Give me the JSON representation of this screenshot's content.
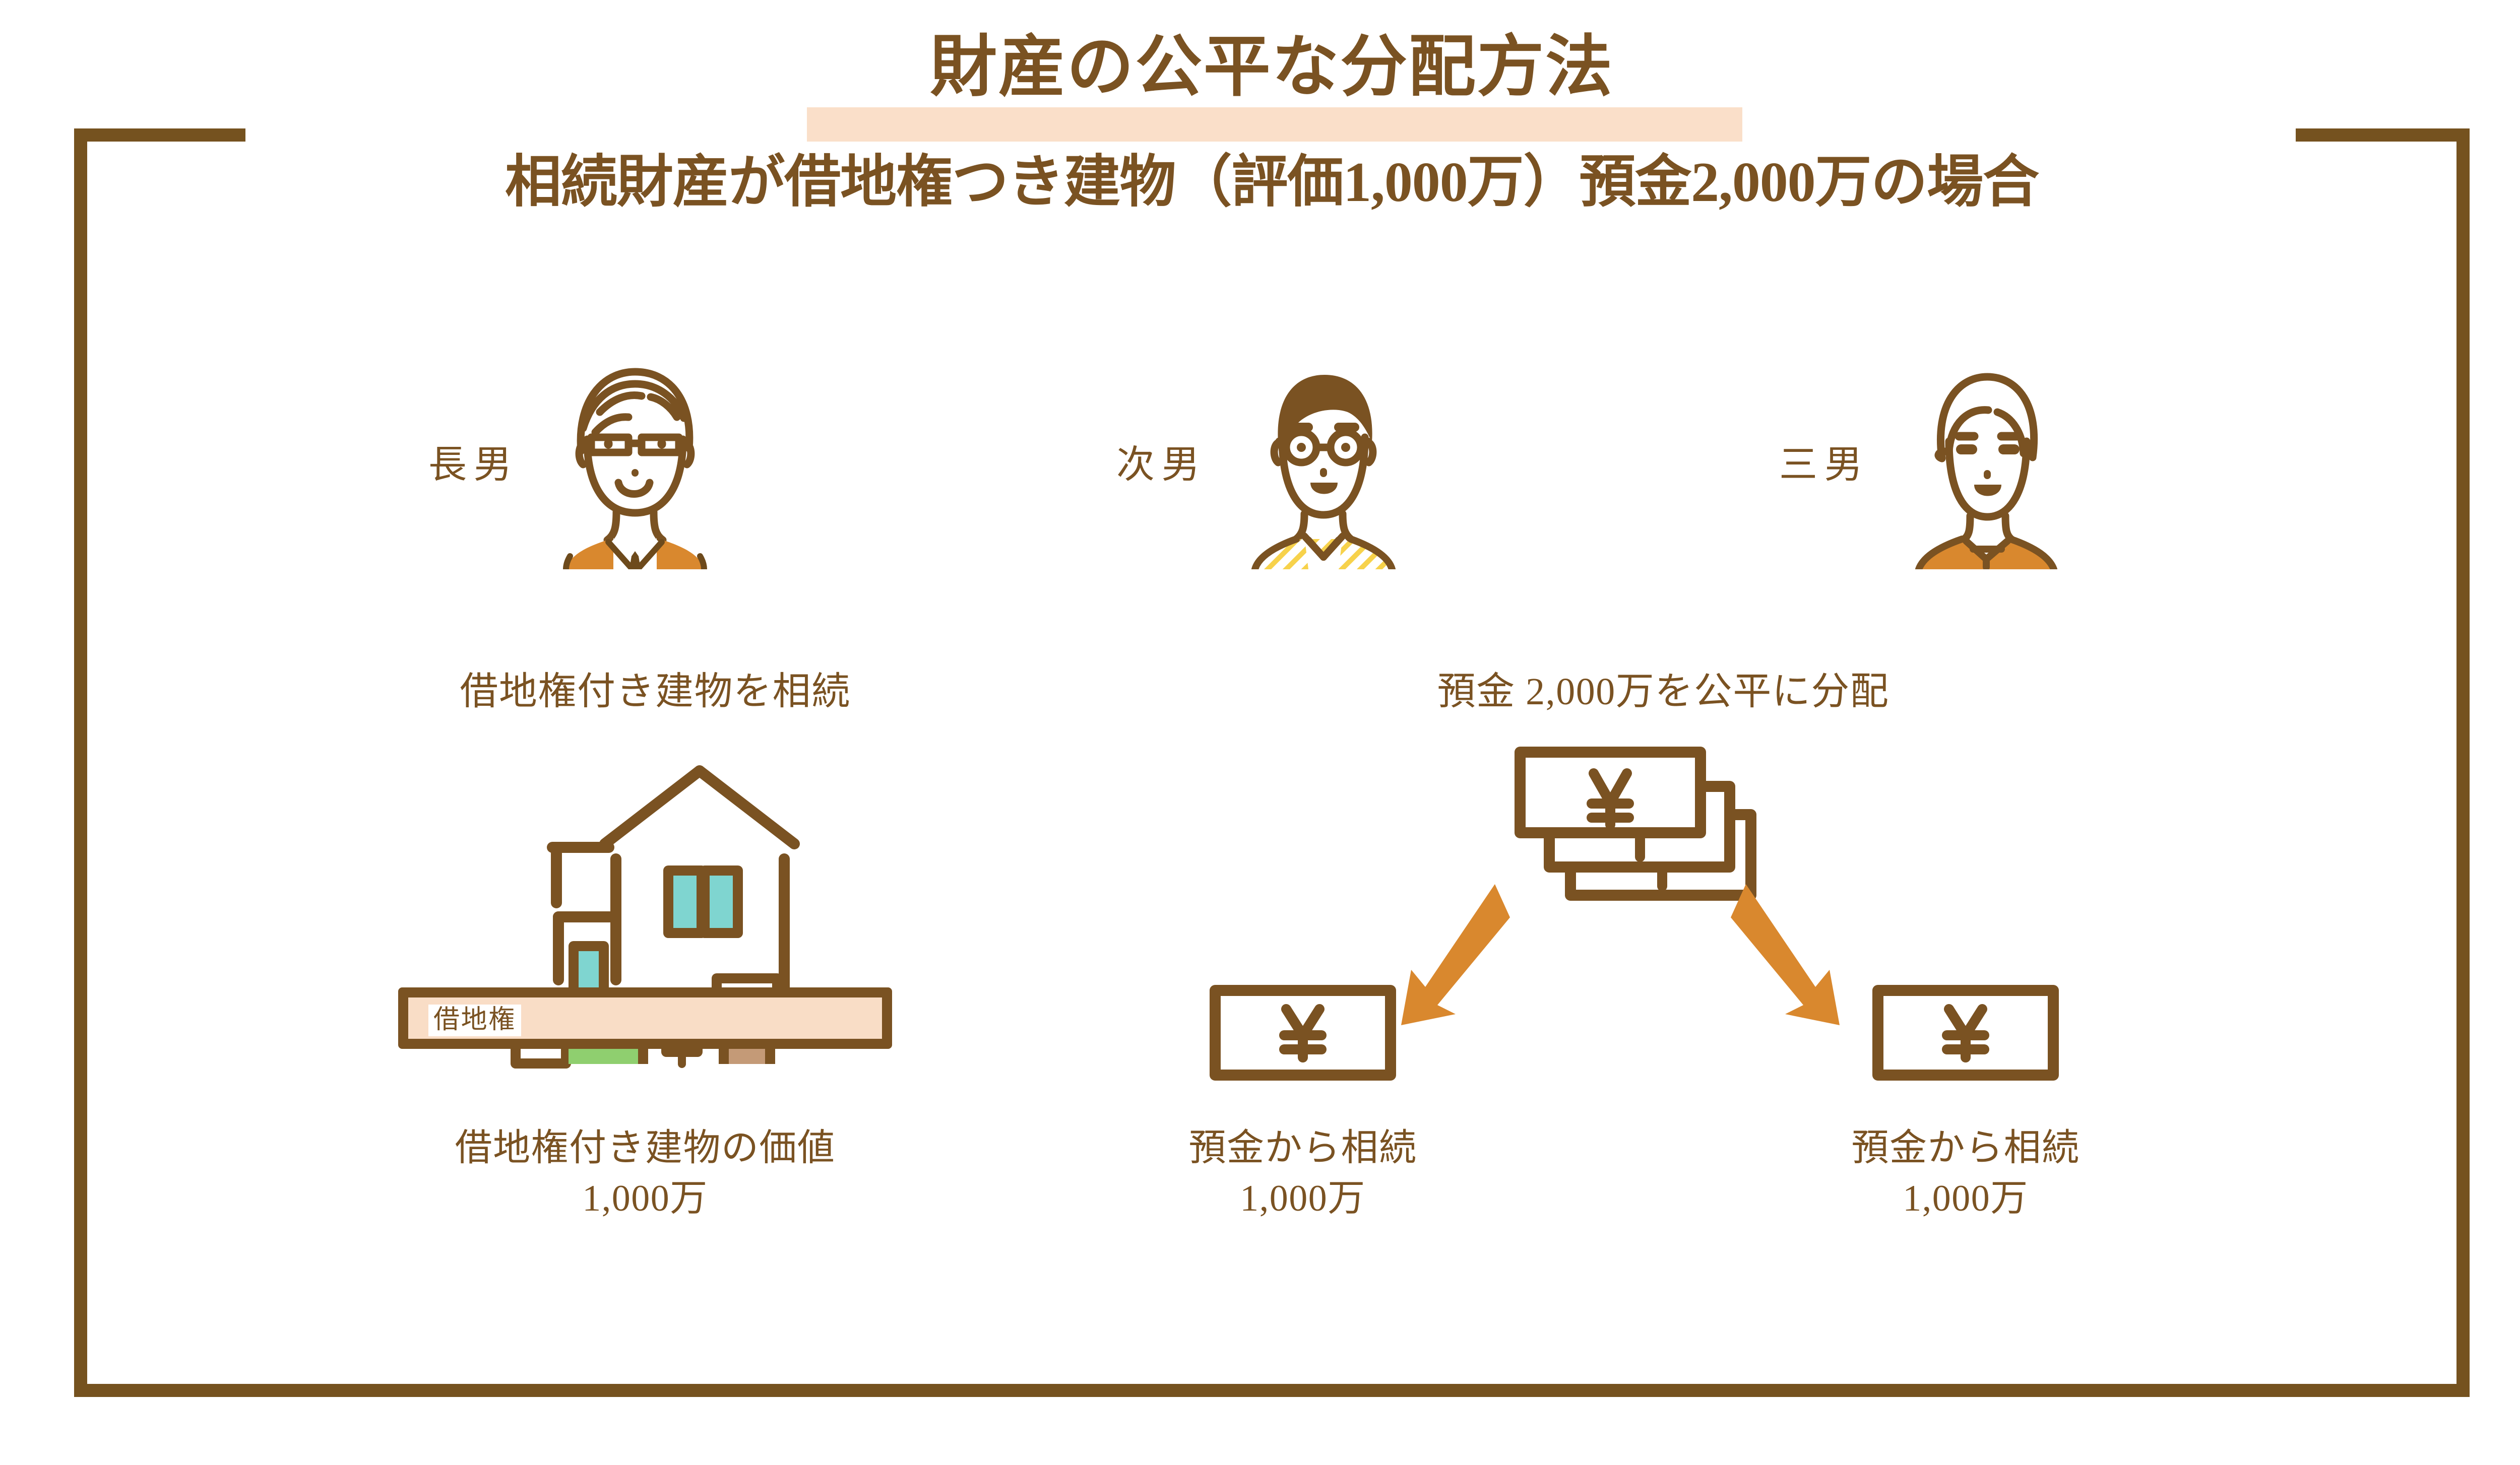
{
  "theme": {
    "brown": "#75521f",
    "text_brown": "#7a5222",
    "highlight_peach": "#fadfc9",
    "accent_orange": "#d9882e",
    "land_peach": "#f9ddc6",
    "window_teal": "#7fd5d0",
    "grass_green": "#8fcf6f",
    "post_tan": "#c49a77",
    "stripe_yellow": "#f7d24b"
  },
  "header": {
    "title": "財産の公平な分配方法",
    "subtitle": "相続財産が借地権つき建物（評価1,000万）預金2,000万の場合"
  },
  "people": [
    {
      "name": "長男",
      "icon": "man-with-glasses-sweater-avatar"
    },
    {
      "name": "次男",
      "icon": "man-with-round-glasses-striped-shirt-avatar"
    },
    {
      "name": "三男",
      "icon": "man-polo-shirt-avatar"
    }
  ],
  "captions": {
    "left": "借地権付き建物を相続",
    "right": "預金 2,000万を公平に分配"
  },
  "house": {
    "land_label": "借地権",
    "icon": "house-on-leasehold-land-illustration"
  },
  "money": {
    "stack_icon": "yen-banknote-stack-icon",
    "arrow_left_icon": "arrow-down-left-icon",
    "arrow_right_icon": "arrow-down-right-icon",
    "note_left_icon": "yen-banknote-icon",
    "note_right_icon": "yen-banknote-icon"
  },
  "footers": [
    {
      "line1": "借地権付き建物の価値",
      "line2": "1,000万"
    },
    {
      "line1": "預金から相続",
      "line2": "1,000万"
    },
    {
      "line1": "預金から相続",
      "line2": "1,000万"
    }
  ],
  "chart_data": {
    "type": "diagram",
    "title": "財産の公平な分配方法",
    "subtitle": "相続財産が借地権つき建物（評価1,000万）預金2,000万の場合",
    "total_estate": {
      "building_with_leasehold": "1,000万",
      "deposit": "2,000万"
    },
    "heirs": [
      {
        "name": "長男",
        "receives": "借地権付き建物",
        "amount": "1,000万",
        "label": "借地権付き建物の価値"
      },
      {
        "name": "次男",
        "receives": "預金",
        "amount": "1,000万",
        "label": "預金から相続"
      },
      {
        "name": "三男",
        "receives": "預金",
        "amount": "1,000万",
        "label": "預金から相続"
      }
    ]
  }
}
